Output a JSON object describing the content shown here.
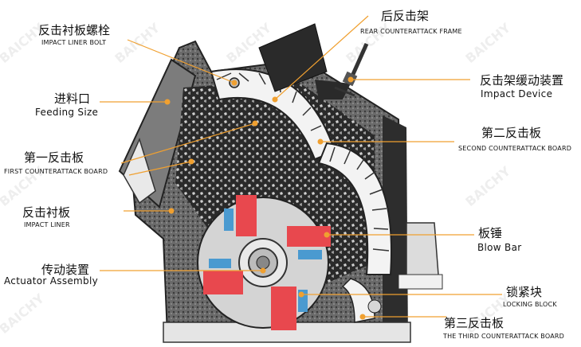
{
  "watermark": "BAICHY",
  "labels": {
    "impact_liner_bolt": {
      "cn": "反击衬板螺栓",
      "en": "IMPACT LINER BOLT"
    },
    "feeding_size": {
      "cn": "进料口",
      "en": "Feeding Size"
    },
    "first_board": {
      "cn": "第一反击板",
      "en": "FIRST COUNTERATTACK BOARD"
    },
    "impact_liner": {
      "cn": "反击衬板",
      "en": "IMPACT LINER"
    },
    "actuator": {
      "cn": "传动装置",
      "en": "Actuator Assembly"
    },
    "rear_frame": {
      "cn": "后反击架",
      "en": "REAR COUNTERATTACK FRAME"
    },
    "impact_device": {
      "cn": "反击架缓动装置",
      "en": "Impact Device"
    },
    "second_board": {
      "cn": "第二反击板",
      "en": "SECOND COUNTERATTACK BOARD"
    },
    "blow_bar": {
      "cn": "板锤",
      "en": "Blow Bar"
    },
    "locking_block": {
      "cn": "锁紧块",
      "en": "LOCKING BLOCK"
    },
    "third_board": {
      "cn": "第三反击板",
      "en": "THE THIRD COUNTERATTACK BOARD"
    }
  },
  "colors": {
    "leader": "#f0a030",
    "blow_bar": "#e8484e",
    "locking": "#4a9ad0"
  }
}
